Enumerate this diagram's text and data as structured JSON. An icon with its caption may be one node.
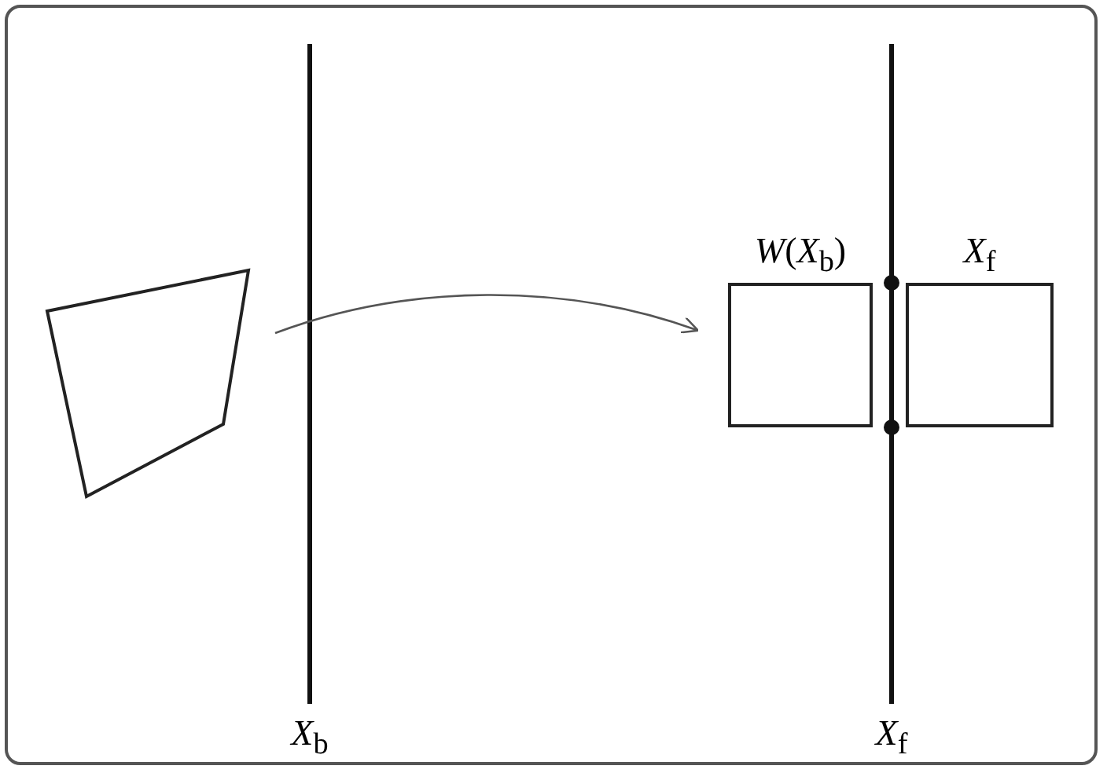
{
  "diagram": {
    "nodes": [
      {
        "text": [],
        "shape": "quadrilateral"
      },
      {
        "text": [
          "*W*(*X*$_{b}$)"
        ]
      },
      {
        "text": [
          "*X*$_{f}$"
        ]
      }
    ],
    "edges": [
      {
        "from": 0,
        "to": 1,
        "arrow": "to"
      }
    ],
    "labels": [
      "*X*$_{b}$",
      "*X*$_{f}$"
    ]
  }
}
